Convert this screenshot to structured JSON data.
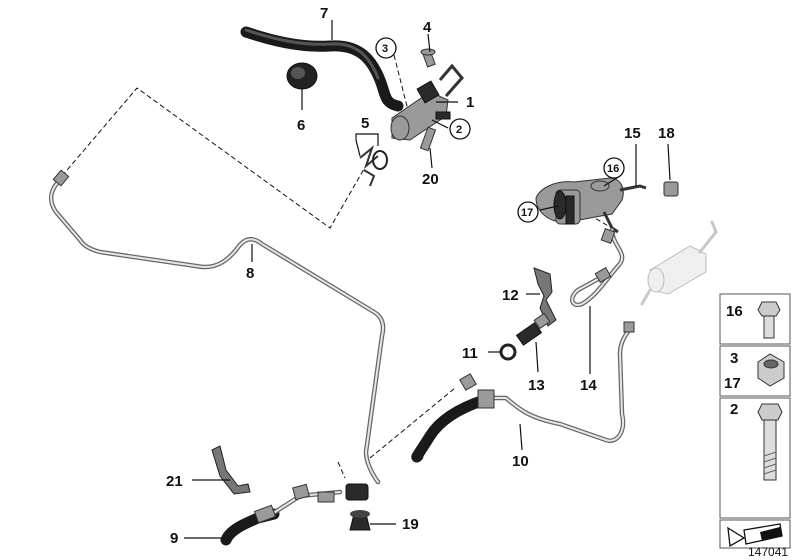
{
  "callouts": [
    {
      "id": "label-1",
      "text": "1"
    },
    {
      "id": "label-2",
      "text": "2"
    },
    {
      "id": "label-3",
      "text": "3"
    },
    {
      "id": "label-4",
      "text": "4"
    },
    {
      "id": "label-5",
      "text": "5"
    },
    {
      "id": "label-6",
      "text": "6"
    },
    {
      "id": "label-7",
      "text": "7"
    },
    {
      "id": "label-8",
      "text": "8"
    },
    {
      "id": "label-9",
      "text": "9"
    },
    {
      "id": "label-10",
      "text": "10"
    },
    {
      "id": "label-11",
      "text": "11"
    },
    {
      "id": "label-12",
      "text": "12"
    },
    {
      "id": "label-13",
      "text": "13"
    },
    {
      "id": "label-14",
      "text": "14"
    },
    {
      "id": "label-15",
      "text": "15"
    },
    {
      "id": "label-16",
      "text": "16"
    },
    {
      "id": "label-17",
      "text": "17"
    },
    {
      "id": "label-18",
      "text": "18"
    },
    {
      "id": "label-19",
      "text": "19"
    },
    {
      "id": "label-20",
      "text": "20"
    },
    {
      "id": "label-21",
      "text": "21"
    }
  ],
  "legend": {
    "rows": [
      {
        "labels": [
          "16"
        ],
        "part": "bolt-short"
      },
      {
        "labels": [
          "3",
          "17"
        ],
        "part": "hex-nut"
      },
      {
        "labels": [
          "2"
        ],
        "part": "bolt-long"
      },
      {
        "labels": [],
        "part": "pointer-arrow"
      }
    ]
  },
  "diagram_id": "147041"
}
